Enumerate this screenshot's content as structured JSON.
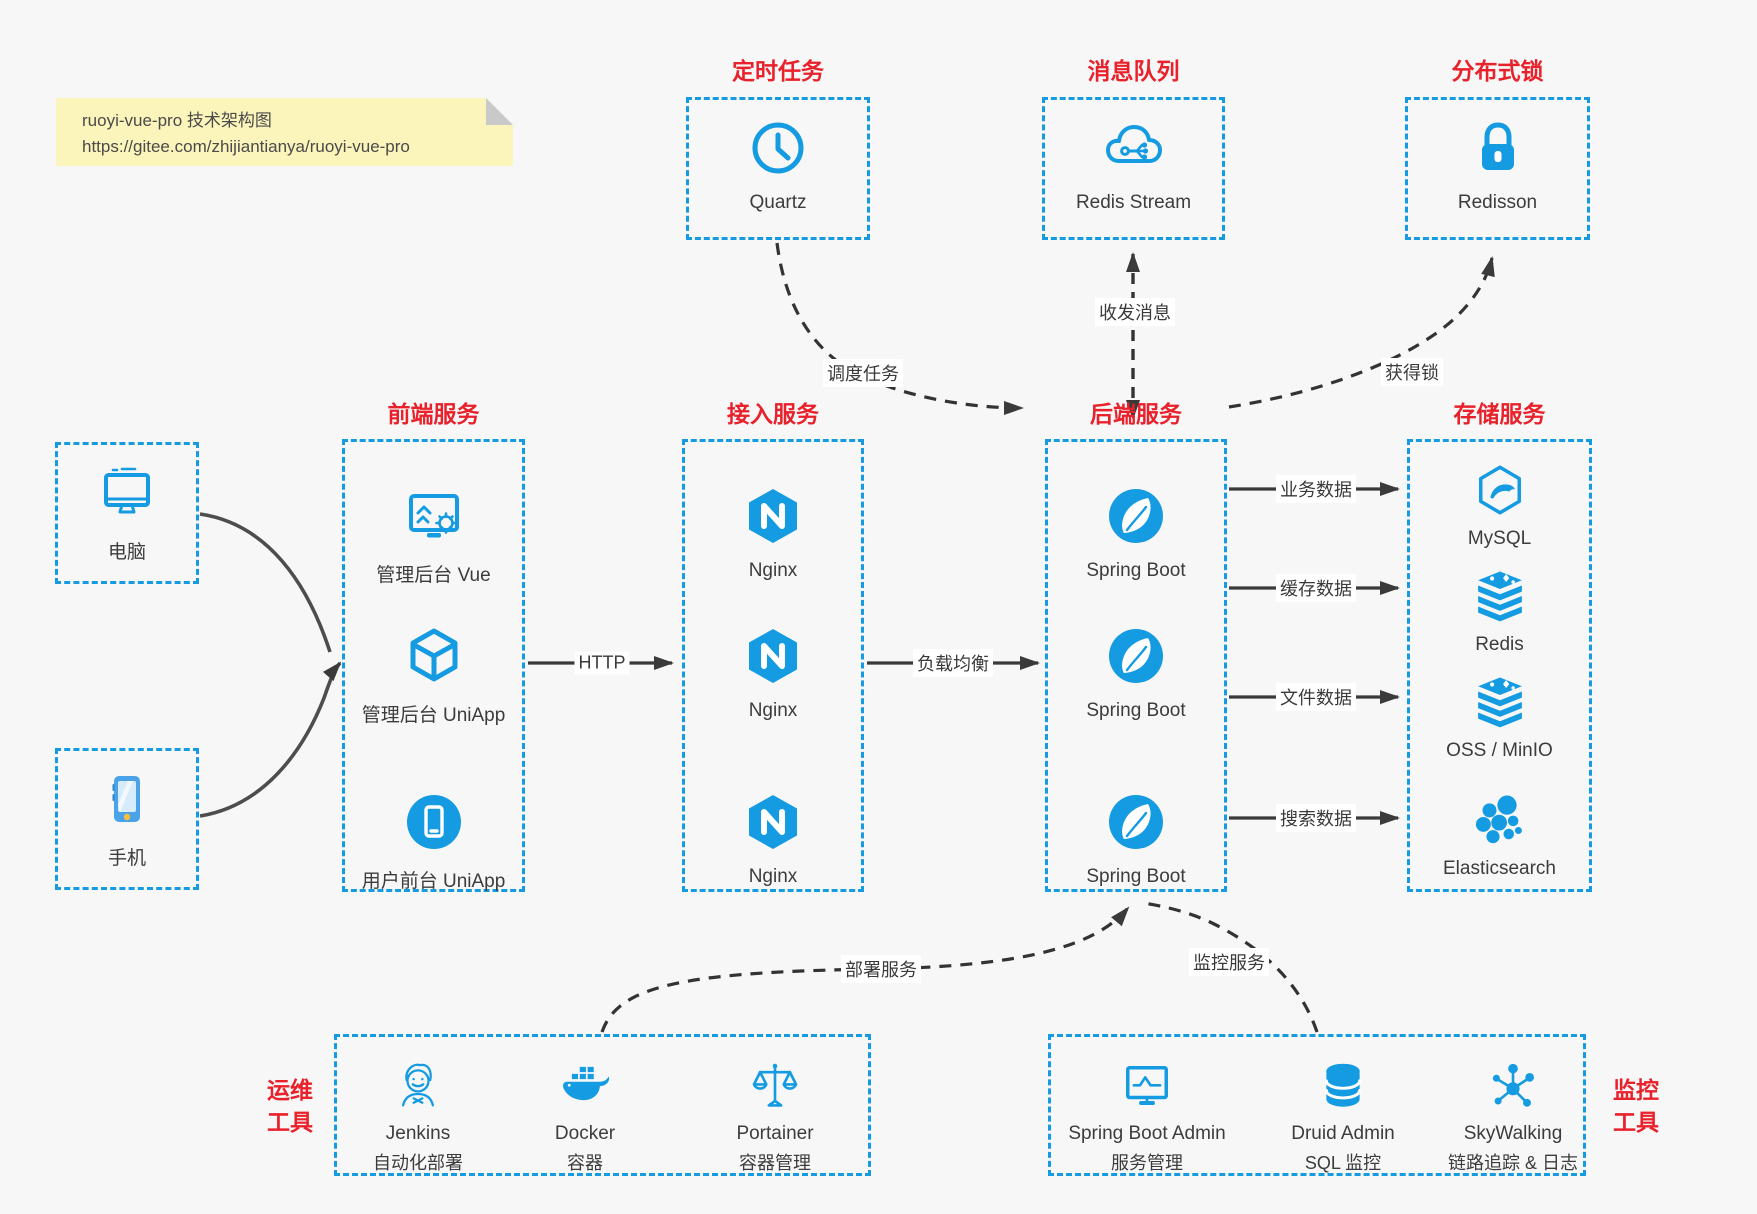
{
  "colors": {
    "accent": "#149be1",
    "title_red": "#e8212b",
    "line": "#3a3a3a",
    "note_bg": "#fbf4bb"
  },
  "note": {
    "title": "ruoyi-vue-pro 技术架构图",
    "url": "https://gitee.com/zhijiantianya/ruoyi-vue-pro"
  },
  "top_services": {
    "schedule": {
      "title": "定时任务",
      "item": "Quartz"
    },
    "mq": {
      "title": "消息队列",
      "item": "Redis Stream"
    },
    "lock": {
      "title": "分布式锁",
      "item": "Redisson"
    }
  },
  "clients": {
    "pc": {
      "label": "电脑"
    },
    "phone": {
      "label": "手机"
    }
  },
  "frontend": {
    "title": "前端服务",
    "admin_vue": "管理后台 Vue",
    "admin_uniapp": "管理后台 UniApp",
    "user_uniapp": "用户前台 UniApp"
  },
  "gateway": {
    "title": "接入服务",
    "nginx1": "Nginx",
    "nginx2": "Nginx",
    "nginx3": "Nginx"
  },
  "backend": {
    "title": "后端服务",
    "boot1": "Spring Boot",
    "boot2": "Spring Boot",
    "boot3": "Spring Boot"
  },
  "storage": {
    "title": "存储服务",
    "mysql": "MySQL",
    "redis": "Redis",
    "oss": "OSS / MinIO",
    "es": "Elasticsearch"
  },
  "edges": {
    "http": "HTTP",
    "load_balance": "负载均衡",
    "business_data": "业务数据",
    "cache_data": "缓存数据",
    "file_data": "文件数据",
    "search_data": "搜索数据",
    "schedule_task": "调度任务",
    "send_receive_message": "收发消息",
    "acquire_lock": "获得锁",
    "deploy_service": "部署服务",
    "monitor_service": "监控服务"
  },
  "ops": {
    "title": [
      "运维",
      "工具"
    ],
    "jenkins": {
      "name": "Jenkins",
      "desc": "自动化部署"
    },
    "docker": {
      "name": "Docker",
      "desc": "容器"
    },
    "portainer": {
      "name": "Portainer",
      "desc": "容器管理"
    }
  },
  "monitoring": {
    "title": [
      "监控",
      "工具"
    ],
    "sba": {
      "name": "Spring Boot Admin",
      "desc": "服务管理"
    },
    "druid": {
      "name": "Druid Admin",
      "desc": "SQL 监控"
    },
    "skywalking": {
      "name": "SkyWalking",
      "desc": "链路追踪 & 日志"
    }
  }
}
